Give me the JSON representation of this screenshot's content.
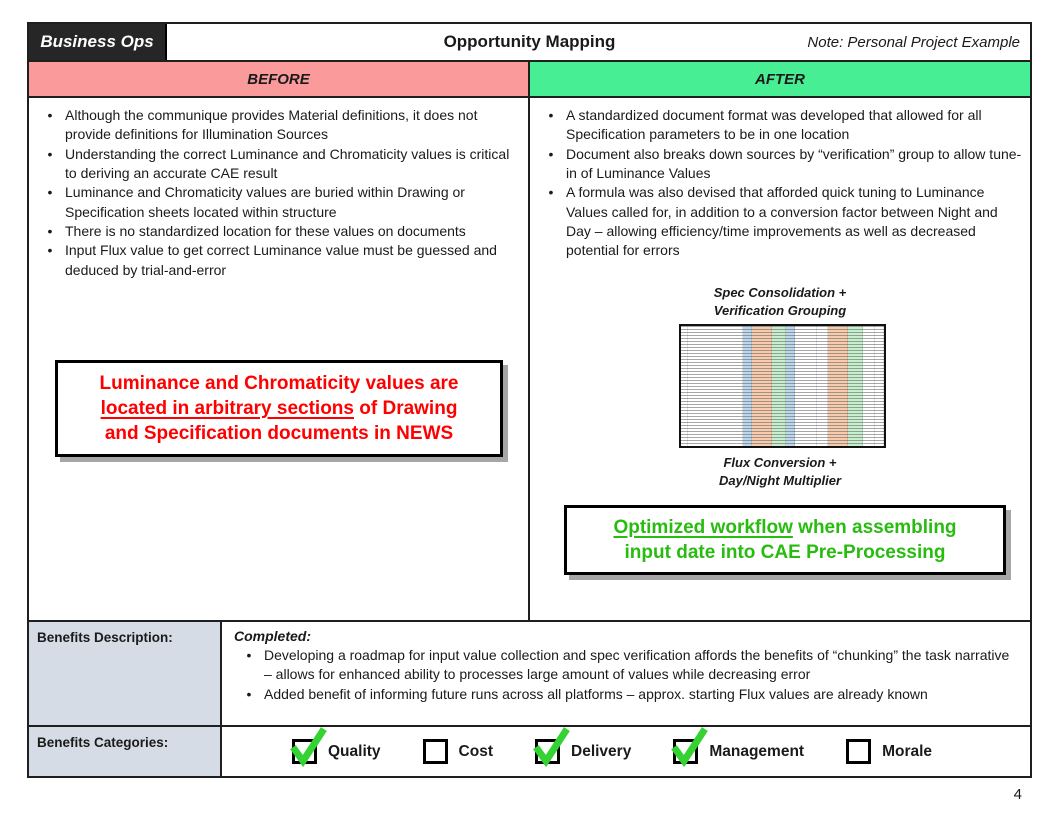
{
  "theme": {
    "border": "#1f1f1f",
    "badge-bg": "#262626",
    "before-bg": "#FB9A9A",
    "after-bg": "#47EE93",
    "cell-bg": "#D6DCE5",
    "red": "#FF0000",
    "green-text": "#28BC10",
    "check": "#35D233"
  },
  "header": {
    "badge": "Business Ops",
    "title": "Opportunity Mapping",
    "note": "Note: Personal Project Example"
  },
  "before": {
    "label": "BEFORE",
    "bullets": [
      "Although the communique provides Material definitions, it does not provide definitions for Illumination Sources",
      "Understanding the correct Luminance and Chromaticity values is critical to deriving an accurate CAE result",
      "Luminance and Chromaticity values are buried within Drawing or Specification sheets located within structure",
      "There is no standardized location for these values on documents",
      "Input Flux value to get correct Luminance value must be guessed and deduced by trial-and-error"
    ],
    "callout": {
      "line1": "Luminance and Chromaticity values are",
      "line2_underlined": "located in arbitrary sections",
      "line2_rest": " of Drawing",
      "line3": "and Specification documents in NEWS"
    }
  },
  "after": {
    "label": "AFTER",
    "bullets": [
      "A standardized document format was developed that allowed for all Specification parameters to be in one location",
      "Document also breaks down sources by “verification” group to allow tune-in of Luminance Values",
      "A formula was also devised that afforded quick tuning to Luminance Values called for, in addition to a conversion factor between Night and Day – allowing efficiency/time improvements as well as decreased potential for errors"
    ],
    "caption_top": {
      "line1": "Spec Consolidation +",
      "line2": "Verification Grouping"
    },
    "caption_bottom": {
      "line1": "Flux Conversion +",
      "line2": "Day/Night Multiplier"
    },
    "sheet_columns": [
      {
        "w": 7,
        "c": "#FFFFFF"
      },
      {
        "w": 55,
        "c": "#FFFFFF"
      },
      {
        "w": 9,
        "c": "#BDD7EE"
      },
      {
        "w": 20,
        "c": "#F8CBAD"
      },
      {
        "w": 14,
        "c": "#C6EFCE"
      },
      {
        "w": 9,
        "c": "#BDD7EE"
      },
      {
        "w": 22,
        "c": "#FFFFFF"
      },
      {
        "w": 11,
        "c": "#FFFFFF"
      },
      {
        "w": 20,
        "c": "#F8CBAD"
      },
      {
        "w": 15,
        "c": "#C6EFCE"
      },
      {
        "w": 12,
        "c": "#FFFFFF"
      },
      {
        "w": 9,
        "c": "#FFFFFF"
      }
    ],
    "callout": {
      "line1_underlined": "Optimized workflow",
      "line1_rest": " when assembling",
      "line2": "input date into CAE Pre-Processing"
    }
  },
  "benefits": {
    "description_label": "Benefits Description:",
    "completed_label": "Completed:",
    "description_bullets": [
      "Developing a roadmap for input value collection and spec verification affords the benefits of “chunking” the task narrative – allows for enhanced ability to processes large amount of values while decreasing error",
      "Added benefit of informing future runs across all platforms – approx. starting Flux values are already known"
    ],
    "categories_label": "Benefits Categories:",
    "categories": [
      {
        "label": "Quality",
        "checked": true
      },
      {
        "label": "Cost",
        "checked": false
      },
      {
        "label": "Delivery",
        "checked": true
      },
      {
        "label": "Management",
        "checked": true
      },
      {
        "label": "Morale",
        "checked": false
      }
    ]
  },
  "page_number": "4"
}
